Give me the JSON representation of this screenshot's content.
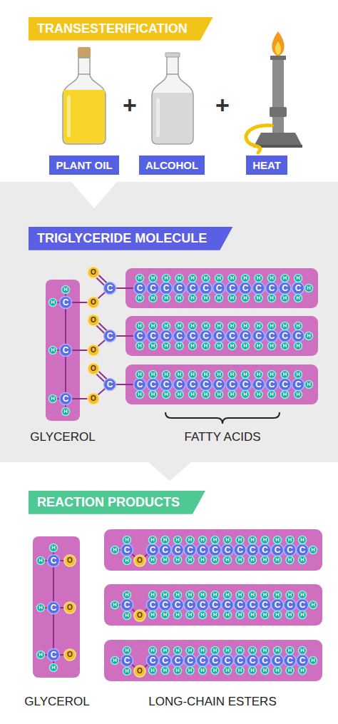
{
  "diagram": {
    "title": "TRANSESTERIFICATION",
    "nodes": [
      {
        "text": [
          "PLANT OIL"
        ]
      },
      {
        "text": [
          "ALCOHOL"
        ]
      },
      {
        "text": [
          "HEAT"
        ]
      },
      {
        "text": [
          "TRIGLYCERIDE MOLECULE"
        ]
      },
      {
        "text": [
          "REACTION PRODUCTS"
        ]
      }
    ],
    "labels": [
      "+",
      "+",
      "C",
      "H",
      "H",
      "C",
      "H",
      "C",
      "H",
      "H",
      "O",
      "O",
      "C",
      "C",
      "H",
      "H",
      "C",
      "H",
      "H",
      "C",
      "H",
      "H",
      "C",
      "H",
      "H",
      "C",
      "H",
      "H",
      "C",
      "H",
      "H",
      "C",
      "H",
      "H",
      "C",
      "H",
      "H",
      "C",
      "H",
      "H",
      "C",
      "H",
      "H",
      "C",
      "H",
      "H",
      "C",
      "H",
      "H",
      "C",
      "H",
      "H",
      "H",
      "O",
      "O",
      "C",
      "C",
      "H",
      "H",
      "C",
      "H",
      "H",
      "C",
      "H",
      "H",
      "C",
      "H",
      "H",
      "C",
      "H",
      "H",
      "C",
      "H",
      "H",
      "C",
      "H",
      "H",
      "C",
      "H",
      "H",
      "C",
      "H",
      "H",
      "C",
      "H",
      "H",
      "C",
      "H",
      "H",
      "C",
      "H",
      "H",
      "C",
      "H",
      "H",
      "H",
      "O",
      "O",
      "C",
      "C",
      "H",
      "H",
      "C",
      "H",
      "H",
      "C",
      "H",
      "H",
      "C",
      "H",
      "H",
      "C",
      "H",
      "H",
      "C",
      "H",
      "H",
      "C",
      "H",
      "H",
      "C",
      "H",
      "H",
      "C",
      "H",
      "H",
      "C",
      "H",
      "H",
      "C",
      "H",
      "H",
      "C",
      "H",
      "H",
      "C",
      "H",
      "H",
      "H",
      "GLYCEROL",
      "FATTY ACIDS",
      "C",
      "H",
      "H",
      "O",
      "C",
      "H",
      "O",
      "C",
      "H",
      "H",
      "O",
      "H",
      "C",
      "H",
      "H",
      "O",
      "C",
      "H",
      "H",
      "C",
      "H",
      "H",
      "C",
      "H",
      "H",
      "C",
      "H",
      "H",
      "C",
      "H",
      "H",
      "C",
      "H",
      "H",
      "C",
      "H",
      "H",
      "C",
      "H",
      "H",
      "C",
      "H",
      "H",
      "C",
      "H",
      "H",
      "C",
      "H",
      "H",
      "C",
      "H",
      "H",
      "C",
      "H",
      "H",
      "H",
      "H",
      "C",
      "H",
      "H",
      "O",
      "C",
      "H",
      "H",
      "C",
      "H",
      "H",
      "C",
      "H",
      "H",
      "C",
      "H",
      "H",
      "C",
      "H",
      "H",
      "C",
      "H",
      "H",
      "C",
      "H",
      "H",
      "C",
      "H",
      "H",
      "C",
      "H",
      "H",
      "C",
      "H",
      "H",
      "C",
      "H",
      "H",
      "C",
      "H",
      "H",
      "C",
      "H",
      "H",
      "H",
      "H",
      "C",
      "H",
      "H",
      "O",
      "C",
      "H",
      "H",
      "C",
      "H",
      "H",
      "C",
      "H",
      "H",
      "C",
      "H",
      "H",
      "C",
      "H",
      "H",
      "C",
      "H",
      "H",
      "C",
      "H",
      "H",
      "C",
      "H",
      "H",
      "C",
      "H",
      "H",
      "C",
      "H",
      "H",
      "C",
      "H",
      "H",
      "C",
      "H",
      "H",
      "C",
      "H",
      "H",
      "H",
      "GLYCEROL",
      "LONG-CHAIN ESTERS"
    ]
  }
}
